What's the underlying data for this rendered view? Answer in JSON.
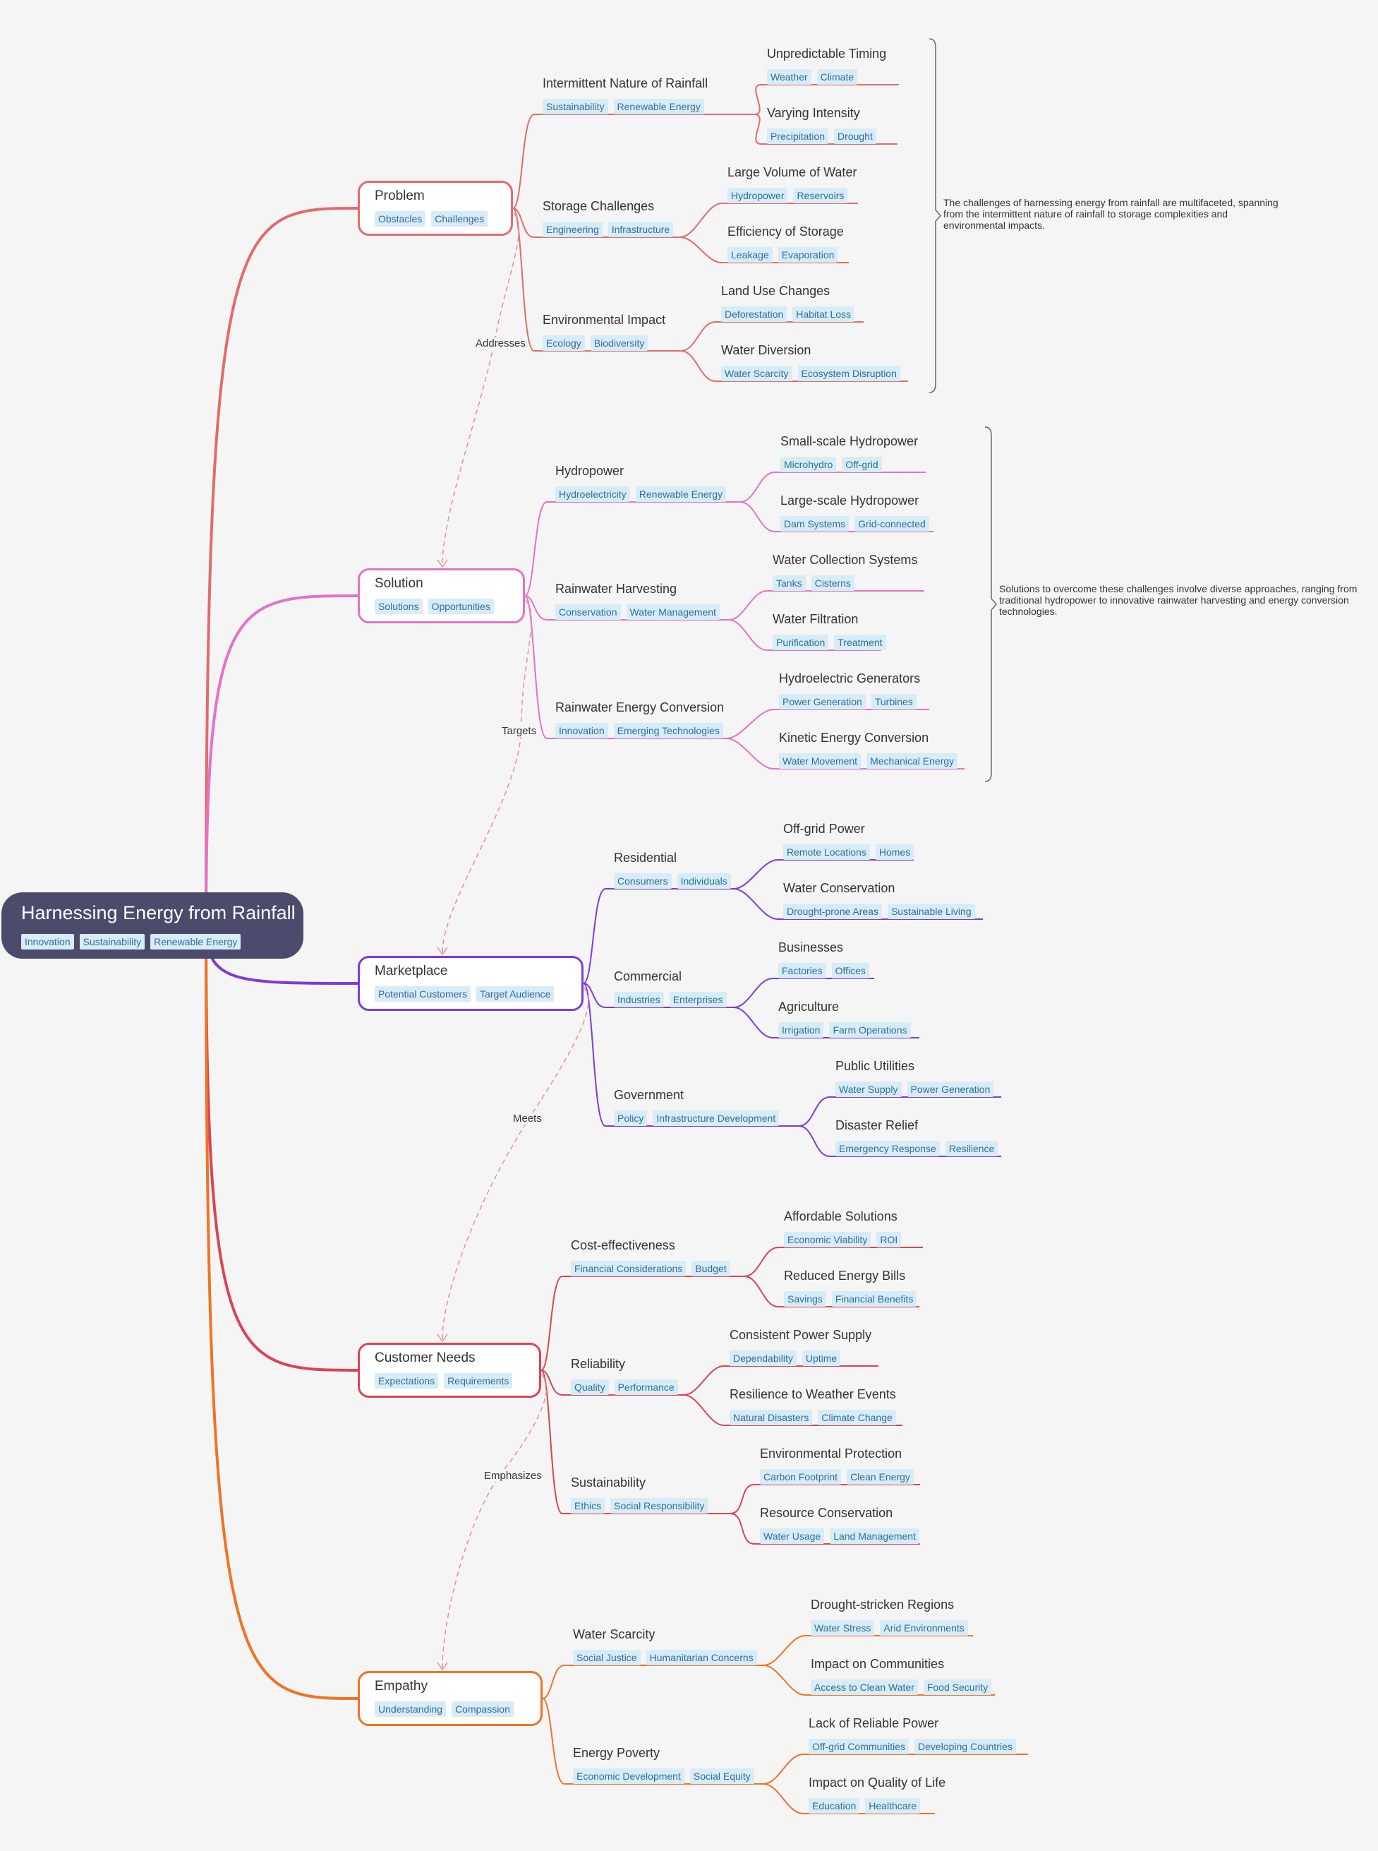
{
  "colors": {
    "problem": "#e06c6c",
    "solution": "#e472c8",
    "marketplace": "#7d3bd9",
    "customer_needs": "#d94456",
    "empathy": "#f07325",
    "relation": "#e89090",
    "root_bg": "#4b4b6b",
    "tag_bg": "#d7ecf7",
    "tag_text": "#2f6f98"
  },
  "root": {
    "title": "Harnessing Energy from Rainfall",
    "tags": [
      "Innovation",
      "Sustainability",
      "Renewable Energy"
    ]
  },
  "branches": [
    {
      "id": "problem",
      "title": "Problem",
      "tags": [
        "Obstacles",
        "Challenges"
      ],
      "children": [
        {
          "title": "Intermittent Nature of Rainfall",
          "tags": [
            "Sustainability",
            "Renewable Energy"
          ],
          "children": [
            {
              "title": "Unpredictable Timing",
              "tags": [
                "Weather",
                "Climate"
              ]
            },
            {
              "title": "Varying Intensity",
              "tags": [
                "Precipitation",
                "Drought"
              ]
            }
          ]
        },
        {
          "title": "Storage Challenges",
          "tags": [
            "Engineering",
            "Infrastructure"
          ],
          "children": [
            {
              "title": "Large Volume of Water",
              "tags": [
                "Hydropower",
                "Reservoirs"
              ]
            },
            {
              "title": "Efficiency of Storage",
              "tags": [
                "Leakage",
                "Evaporation"
              ]
            }
          ]
        },
        {
          "title": "Environmental Impact",
          "tags": [
            "Ecology",
            "Biodiversity"
          ],
          "children": [
            {
              "title": "Land Use Changes",
              "tags": [
                "Deforestation",
                "Habitat Loss"
              ]
            },
            {
              "title": "Water Diversion",
              "tags": [
                "Water Scarcity",
                "Ecosystem Disruption"
              ]
            }
          ]
        }
      ],
      "summary": "The challenges of harnessing energy from rainfall are multifaceted, spanning\nfrom the intermittent nature of rainfall to storage complexities and\nenvironmental impacts."
    },
    {
      "id": "solution",
      "title": "Solution",
      "tags": [
        "Solutions",
        "Opportunities"
      ],
      "children": [
        {
          "title": "Hydropower",
          "tags": [
            "Hydroelectricity",
            "Renewable Energy"
          ],
          "children": [
            {
              "title": "Small-scale Hydropower",
              "tags": [
                "Microhydro",
                "Off-grid"
              ]
            },
            {
              "title": "Large-scale Hydropower",
              "tags": [
                "Dam Systems",
                "Grid-connected"
              ]
            }
          ]
        },
        {
          "title": "Rainwater Harvesting",
          "tags": [
            "Conservation",
            "Water Management"
          ],
          "children": [
            {
              "title": "Water Collection Systems",
              "tags": [
                "Tanks",
                "Cisterns"
              ]
            },
            {
              "title": "Water Filtration",
              "tags": [
                "Purification",
                "Treatment"
              ]
            }
          ]
        },
        {
          "title": "Rainwater Energy Conversion",
          "tags": [
            "Innovation",
            "Emerging Technologies"
          ],
          "children": [
            {
              "title": "Hydroelectric Generators",
              "tags": [
                "Power Generation",
                "Turbines"
              ]
            },
            {
              "title": "Kinetic Energy Conversion",
              "tags": [
                "Water Movement",
                "Mechanical Energy"
              ]
            }
          ]
        }
      ],
      "summary": "Solutions to overcome these challenges involve diverse approaches, ranging from\ntraditional hydropower to innovative rainwater harvesting and energy conversion\ntechnologies."
    },
    {
      "id": "marketplace",
      "title": "Marketplace",
      "tags": [
        "Potential Customers",
        "Target Audience"
      ],
      "children": [
        {
          "title": "Residential",
          "tags": [
            "Consumers",
            "Individuals"
          ],
          "children": [
            {
              "title": "Off-grid Power",
              "tags": [
                "Remote Locations",
                "Homes"
              ]
            },
            {
              "title": "Water Conservation",
              "tags": [
                "Drought-prone Areas",
                "Sustainable Living"
              ]
            }
          ]
        },
        {
          "title": "Commercial",
          "tags": [
            "Industries",
            "Enterprises"
          ],
          "children": [
            {
              "title": "Businesses",
              "tags": [
                "Factories",
                "Offices"
              ]
            },
            {
              "title": "Agriculture",
              "tags": [
                "Irrigation",
                "Farm Operations"
              ]
            }
          ]
        },
        {
          "title": "Government",
          "tags": [
            "Policy",
            "Infrastructure Development"
          ],
          "children": [
            {
              "title": "Public Utilities",
              "tags": [
                "Water Supply",
                "Power Generation"
              ]
            },
            {
              "title": "Disaster Relief",
              "tags": [
                "Emergency Response",
                "Resilience"
              ]
            }
          ]
        }
      ]
    },
    {
      "id": "customer_needs",
      "title": "Customer Needs",
      "tags": [
        "Expectations",
        "Requirements"
      ],
      "children": [
        {
          "title": "Cost-effectiveness",
          "tags": [
            "Financial Considerations",
            "Budget"
          ],
          "children": [
            {
              "title": "Affordable Solutions",
              "tags": [
                "Economic Viability",
                "ROI"
              ]
            },
            {
              "title": "Reduced Energy Bills",
              "tags": [
                "Savings",
                "Financial Benefits"
              ]
            }
          ]
        },
        {
          "title": "Reliability",
          "tags": [
            "Quality",
            "Performance"
          ],
          "children": [
            {
              "title": "Consistent Power Supply",
              "tags": [
                "Dependability",
                "Uptime"
              ]
            },
            {
              "title": "Resilience to Weather Events",
              "tags": [
                "Natural Disasters",
                "Climate Change"
              ]
            }
          ]
        },
        {
          "title": "Sustainability",
          "tags": [
            "Ethics",
            "Social Responsibility"
          ],
          "children": [
            {
              "title": "Environmental Protection",
              "tags": [
                "Carbon Footprint",
                "Clean Energy"
              ]
            },
            {
              "title": "Resource Conservation",
              "tags": [
                "Water Usage",
                "Land Management"
              ]
            }
          ]
        }
      ]
    },
    {
      "id": "empathy",
      "title": "Empathy",
      "tags": [
        "Understanding",
        "Compassion"
      ],
      "children": [
        {
          "title": "Water Scarcity",
          "tags": [
            "Social Justice",
            "Humanitarian Concerns"
          ],
          "children": [
            {
              "title": "Drought-stricken Regions",
              "tags": [
                "Water Stress",
                "Arid Environments"
              ]
            },
            {
              "title": "Impact on Communities",
              "tags": [
                "Access to Clean Water",
                "Food Security"
              ]
            }
          ]
        },
        {
          "title": "Energy Poverty",
          "tags": [
            "Economic Development",
            "Social Equity"
          ],
          "children": [
            {
              "title": "Lack of Reliable Power",
              "tags": [
                "Off-grid Communities",
                "Developing Countries"
              ]
            },
            {
              "title": "Impact on Quality of Life",
              "tags": [
                "Education",
                "Healthcare"
              ]
            }
          ]
        }
      ]
    }
  ],
  "relations": [
    {
      "from": "problem",
      "to": "solution",
      "label": "Addresses"
    },
    {
      "from": "solution",
      "to": "marketplace",
      "label": "Targets"
    },
    {
      "from": "marketplace",
      "to": "customer_needs",
      "label": "Meets"
    },
    {
      "from": "customer_needs",
      "to": "empathy",
      "label": "Emphasizes"
    }
  ]
}
